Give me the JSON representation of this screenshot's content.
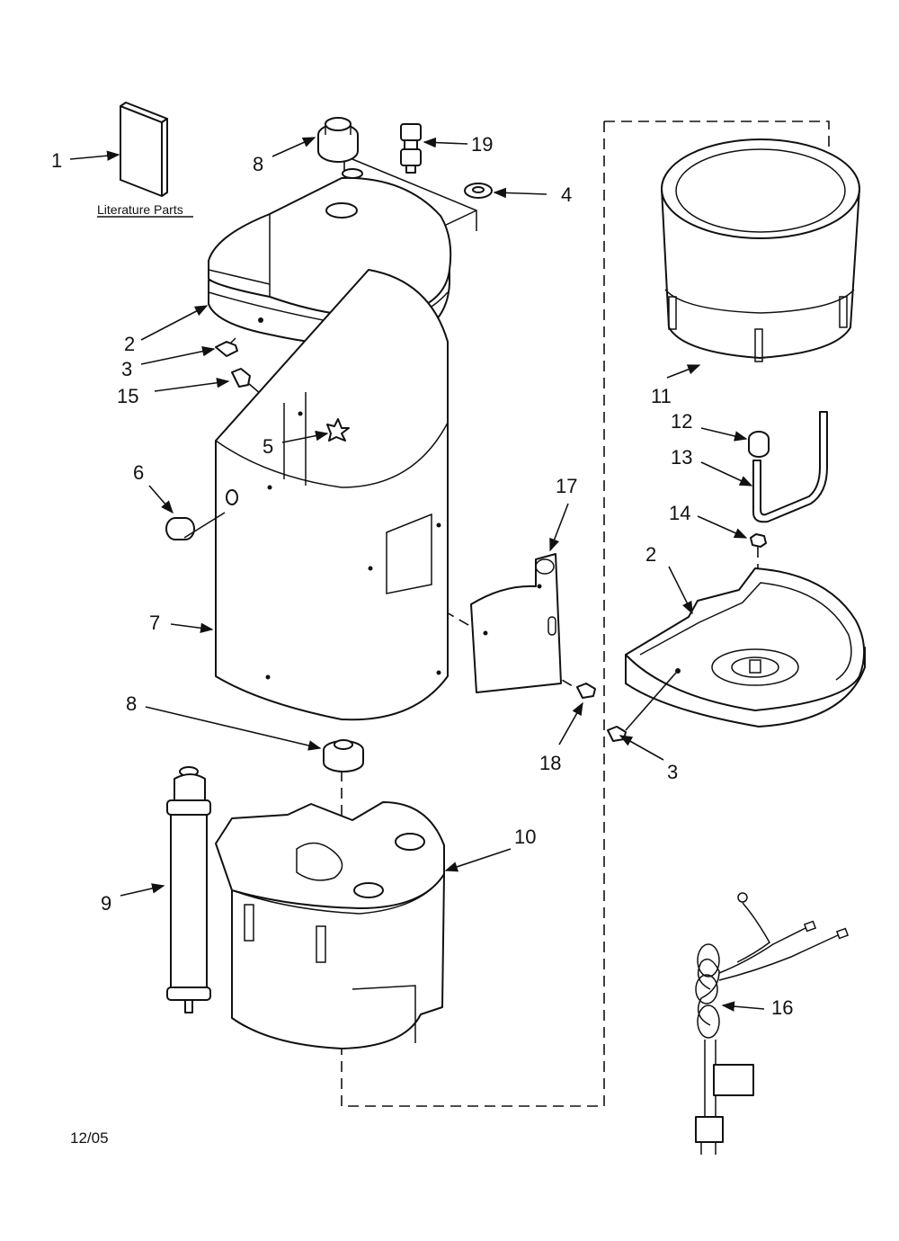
{
  "literature_caption": "Literature Parts",
  "callouts": {
    "c1": "1",
    "c2_top": "2",
    "c2_right": "2",
    "c3_left": "3",
    "c3_right": "3",
    "c4": "4",
    "c5": "5",
    "c6": "6",
    "c7": "7",
    "c8_top": "8",
    "c8_mid": "8",
    "c9": "9",
    "c10": "10",
    "c11": "11",
    "c12": "12",
    "c13": "13",
    "c14": "14",
    "c15": "15",
    "c16": "16",
    "c17": "17",
    "c18": "18",
    "c19": "19"
  },
  "revision_date": "12/05"
}
